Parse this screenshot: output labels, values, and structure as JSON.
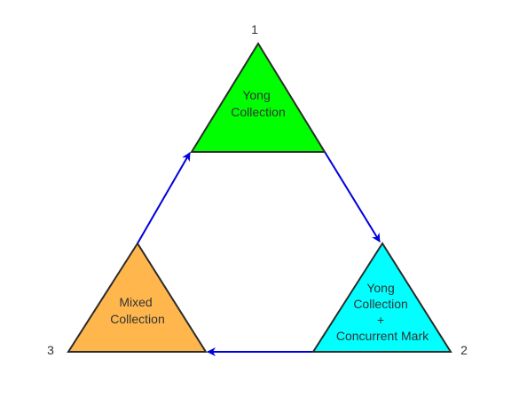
{
  "colors": {
    "top_fill": "#00ff00",
    "right_fill": "#00ffff",
    "left_fill": "#ffb74d",
    "outline": "#2b2b2b",
    "arrow": "#0000dd"
  },
  "triangles": {
    "top": {
      "number": "1",
      "lines": [
        "Yong",
        "Collection"
      ]
    },
    "right": {
      "number": "2",
      "lines": [
        "Yong",
        "Collection",
        "+",
        "Concurrent Mark"
      ]
    },
    "left": {
      "number": "3",
      "lines": [
        "Mixed",
        "Collection"
      ]
    }
  }
}
